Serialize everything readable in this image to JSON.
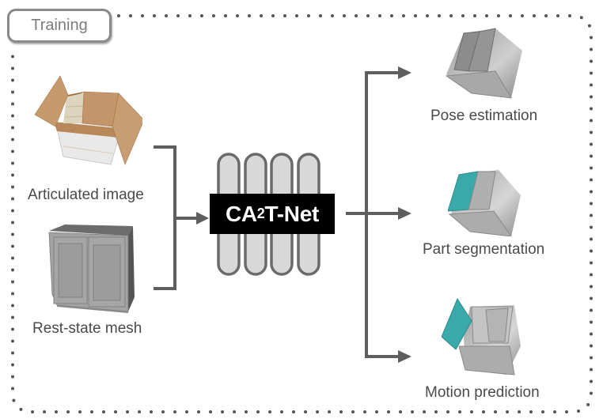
{
  "stage_tag": "Training",
  "inputs": [
    {
      "label": "Articulated image",
      "icon": "wooden-cabinet-open-doors-render"
    },
    {
      "label": "Rest-state mesh",
      "icon": "gray-cabinet-mesh-render"
    }
  ],
  "network": {
    "name_prefix": "CA",
    "name_superscript": "2",
    "name_suffix": "T-Net",
    "layer_count": 4
  },
  "outputs": [
    {
      "label": "Pose estimation",
      "icon": "gray-cabinet-posed-render"
    },
    {
      "label": "Part segmentation",
      "icon": "cabinet-segmented-part-render"
    },
    {
      "label": "Motion prediction",
      "icon": "cabinet-door-opened-render"
    }
  ],
  "colors": {
    "arrow": "#5e5e5e",
    "dots": "#555555",
    "layer_fill": "#d8d8d8",
    "layer_stroke": "#6a6a6a",
    "segment_highlight": "#3aa9aa",
    "wood": "#c89a6e"
  }
}
